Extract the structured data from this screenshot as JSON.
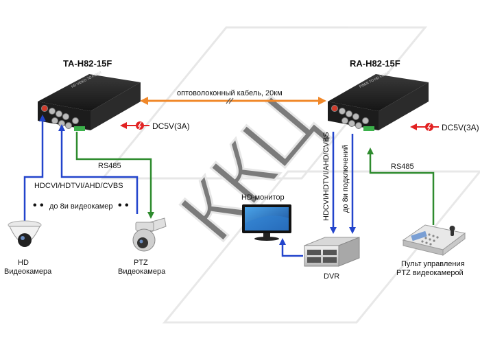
{
  "watermark": "ККЦ",
  "transmitter": {
    "title": "TA-H82-15F"
  },
  "receiver": {
    "title": "RA-H82-15F"
  },
  "fiber_label": "оптоволоконный кабель, 20км",
  "power_left": "DC5V(3A)",
  "power_right": "DC5V(3A)",
  "rs485_left": "RS485",
  "rs485_right": "RS485",
  "signal_left": "HDCVI/HDTVI/AHD/CVBS",
  "cameras_left": "до 8и видеокамер",
  "signal_vertical": "HDCVI/HDTVI/AHD/CVBS",
  "cameras_vertical": "до 8и подключений",
  "hd_camera": {
    "line1": "HD",
    "line2": "Видеокамера"
  },
  "ptz_camera": {
    "line1": "PTZ",
    "line2": "Видеокамера"
  },
  "monitor_label": "HD-монитор",
  "dvr_label": "DVR",
  "controller": {
    "line1": "Пульт управления",
    "line2": "PTZ видеокамерой"
  },
  "colors": {
    "fiber": "#f0882a",
    "video": "#2244cc",
    "control": "#2e8b2e",
    "power": "#e22222",
    "watermark": "#d5d5d5"
  }
}
